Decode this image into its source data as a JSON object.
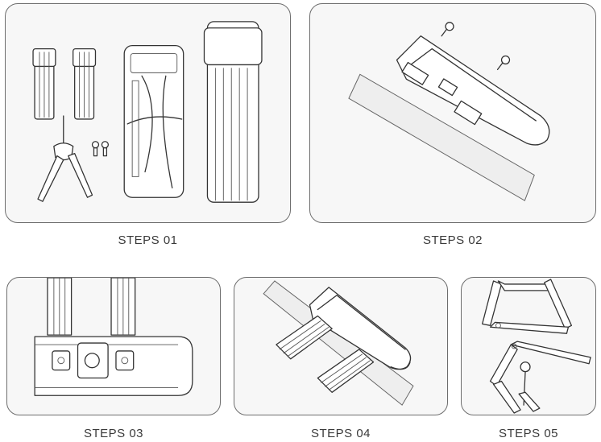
{
  "steps": [
    {
      "label": "STEPS 01"
    },
    {
      "label": "STEPS 02"
    },
    {
      "label": "STEPS 03"
    },
    {
      "label": "STEPS 04"
    },
    {
      "label": "STEPS 05"
    }
  ],
  "colors": {
    "panel_border": "#6e6e6e",
    "panel_fill": "#f7f7f7",
    "line": "#333333",
    "caption": "#3a3a3a"
  },
  "icons": [
    "mounting-strap-icon",
    "key-icon",
    "screw-icon",
    "lock-holder-icon",
    "folding-lock-icon",
    "bike-frame-tube-icon"
  ]
}
